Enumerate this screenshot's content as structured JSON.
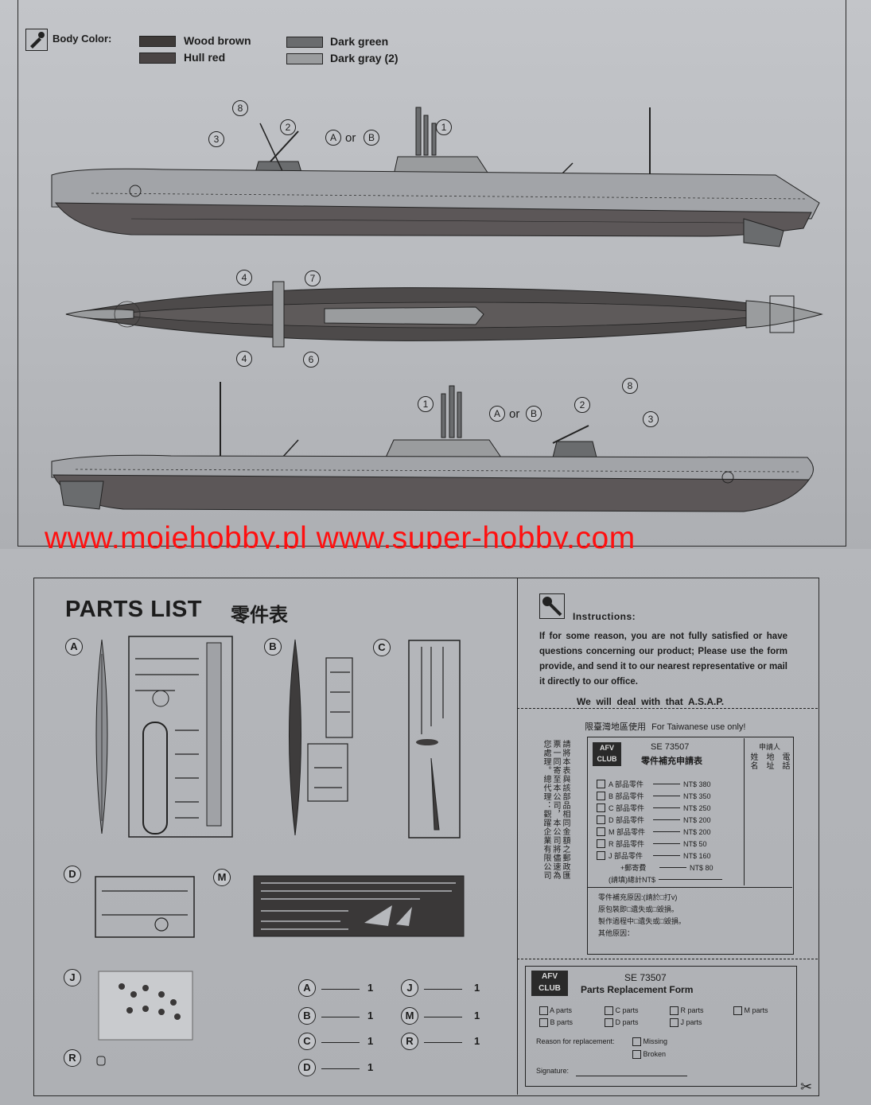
{
  "body_color": {
    "label": "Body Color:",
    "colors": [
      {
        "name": "Wood brown",
        "hex": "#3e3a38"
      },
      {
        "name": "Hull red",
        "hex": "#4a4444"
      },
      {
        "name": "Dark green",
        "hex": "#6a6c6e"
      },
      {
        "name": "Dark gray (2)",
        "hex": "#9a9c9e"
      }
    ]
  },
  "callouts": {
    "n1": "1",
    "n2": "2",
    "n3": "3",
    "n4": "4",
    "n6": "6",
    "n7": "7",
    "n8": "8",
    "A": "A",
    "B": "B",
    "or": "or"
  },
  "watermark": "www.mojehobby.pl www.super-hobby.com",
  "parts_list": {
    "title": "PARTS  LIST",
    "title_cjk": "零件表",
    "sprues": [
      "A",
      "B",
      "C",
      "D",
      "M",
      "J",
      "R"
    ],
    "quantities": [
      {
        "letter": "A",
        "qty": "1"
      },
      {
        "letter": "B",
        "qty": "1"
      },
      {
        "letter": "C",
        "qty": "1"
      },
      {
        "letter": "D",
        "qty": "1"
      },
      {
        "letter": "J",
        "qty": "1"
      },
      {
        "letter": "M",
        "qty": "1"
      },
      {
        "letter": "R",
        "qty": "1"
      }
    ]
  },
  "instructions": {
    "title": "Instructions:",
    "body": "If for some reason, you are not fully satisfied or have questions concerning our product; Please use the form provide, and send it to our nearest representative or mail it directly to our office.",
    "closing": "We  will  deal  with  that  A.S.A.P."
  },
  "taiwan_form": {
    "header_cjk": "限臺灣地區使用",
    "header_en": "For Taiwanese use only!",
    "brand": "AFV CLUB",
    "code": "SE 73507",
    "form_title": "零件補充申請表",
    "side_text": "請將本表與該部品相同金額之郵政匯票一同寄至本公司，本公司將儘速為您處理。總代理：觀躍企業有限公司",
    "applicant_cols": [
      "申請人",
      "姓名",
      "地址",
      "電話"
    ],
    "rows": [
      {
        "label": "A 部品零件",
        "price": "NT$ 380"
      },
      {
        "label": "B 部品零件",
        "price": "NT$ 350"
      },
      {
        "label": "C 部品零件",
        "price": "NT$ 250"
      },
      {
        "label": "D 部品零件",
        "price": "NT$ 200"
      },
      {
        "label": "M 部品零件",
        "price": "NT$ 200"
      },
      {
        "label": "R 部品零件",
        "price": "NT$ 50"
      },
      {
        "label": "J 部品零件",
        "price": "NT$ 160"
      }
    ],
    "postage": {
      "label": "+郵寄費",
      "price": "NT$ 80"
    },
    "total": "(請填)總計NT$",
    "reasons": [
      "零件補充原因:(請於□打v)",
      "原包裝即□遺失或□毀損。",
      "製作過程中□遺失或□毀損。",
      "其他原因："
    ]
  },
  "replacement_form": {
    "brand": "AFV CLUB",
    "code": "SE 73507",
    "title": "Parts Replacement Form",
    "options": [
      "A  parts",
      "B  parts",
      "C  parts",
      "D  parts",
      "R  parts",
      "J  parts",
      "M  parts"
    ],
    "reason_label": "Reason for replacement:",
    "reasons": [
      "Missing",
      "Broken"
    ],
    "signature_label": "Signature:"
  }
}
